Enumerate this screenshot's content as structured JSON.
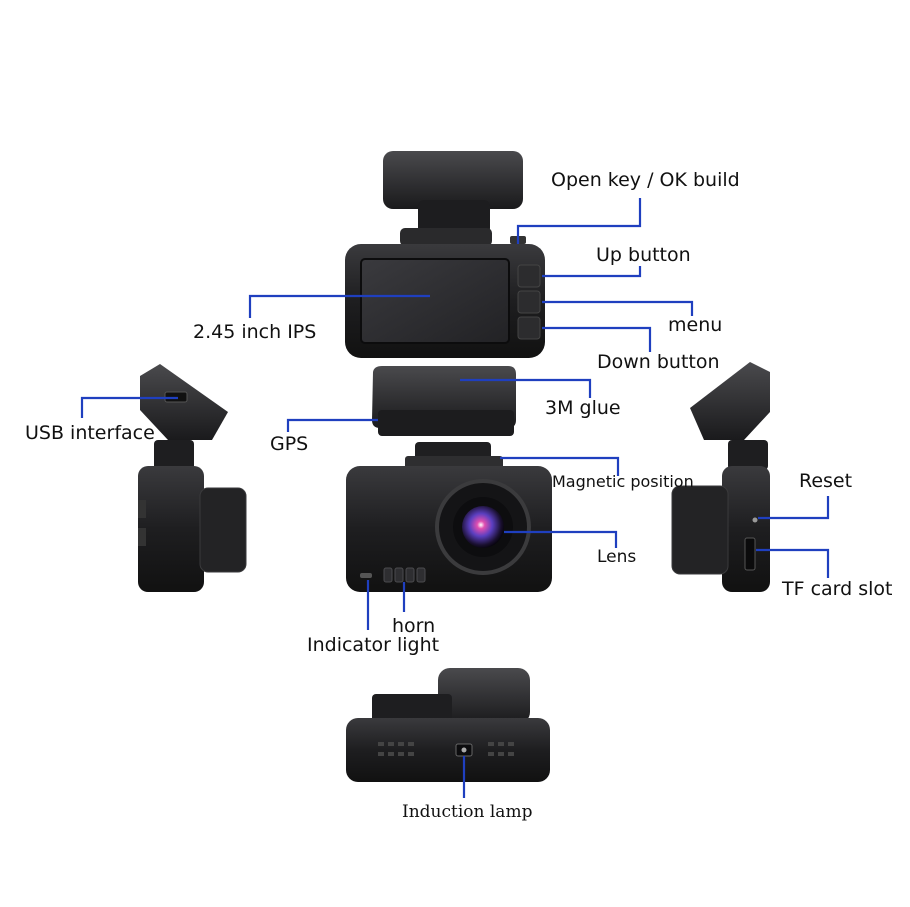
{
  "labels": {
    "open_key": "Open key / OK build",
    "up_button": "Up button",
    "menu": "menu",
    "down_button": "Down button",
    "screen": "2.45 inch IPS",
    "usb": "USB interface",
    "gps": "GPS",
    "glue": "3M glue",
    "magnetic": "Magnetic position",
    "reset": "Reset",
    "lens": "Lens",
    "tf_card": "TF card slot",
    "horn": "horn",
    "indicator": "Indicator light",
    "induction": "Induction lamp"
  },
  "colors": {
    "leader_line": "#1f3fbf",
    "body": "#1c1c1e",
    "body_edge": "#3a3a3c",
    "screen": "#2b2b2e",
    "lens_glass": "#6a55c8",
    "lens_highlight": "#e04fb0"
  }
}
